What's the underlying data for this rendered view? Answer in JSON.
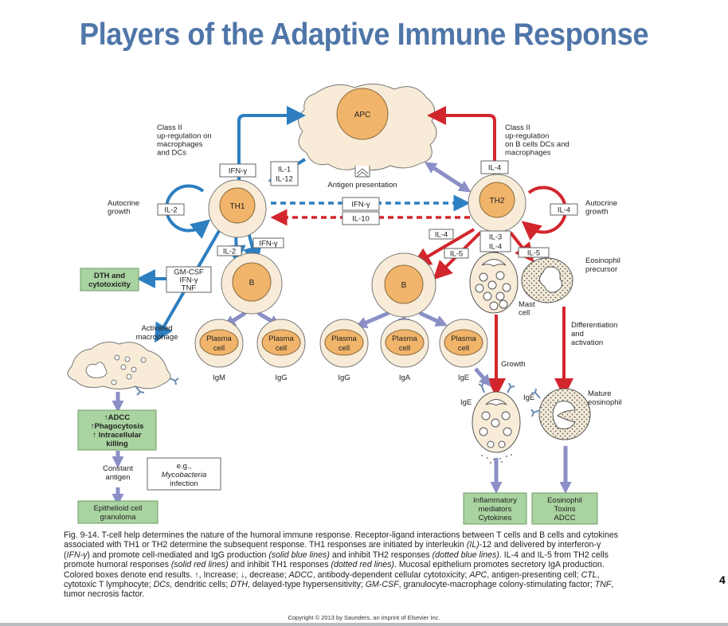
{
  "title": "Players of the Adaptive Immune Response",
  "colors": {
    "title": "#4f76a8",
    "th1_blue": "#2d7fc1",
    "th2_red": "#d2262d",
    "arrow_purple": "#8b8fc6",
    "cell_outer": "#f8ecd8",
    "cell_nucleus": "#f0b46a",
    "result_box": "#a9d3a0"
  },
  "cells": {
    "apc": "APC",
    "th1": "TH1",
    "th2": "TH2",
    "b_left": "B",
    "b_right": "B",
    "plasma_line1": "Plasma",
    "plasma_line2": "cell"
  },
  "antibodies": [
    "IgM",
    "IgG",
    "IgG",
    "IgA",
    "IgE"
  ],
  "cytokine_boxes": {
    "ifn_gamma_top": "IFN-γ",
    "il1": "IL-1",
    "il12": "IL-12",
    "il2_autocrine": "IL-2",
    "ifn_gamma_mid": "IFN-γ",
    "il10": "IL-10",
    "il4_top": "IL-4",
    "il4_autocrine": "IL-4",
    "il2_b": "IL-2",
    "ifn_gamma_b": "IFN-γ",
    "gmcsf_lines": [
      "GM-CSF",
      "IFN-γ",
      "TNF"
    ],
    "il4_b": "IL-4",
    "il5_b": "IL-5",
    "il3_il4_lines": [
      "IL-3",
      "IL-4"
    ],
    "il5_eos": "IL-5"
  },
  "labels": {
    "class2_left": [
      "Class II",
      "up-regulation on",
      "macrophages",
      "and DCs"
    ],
    "class2_right": [
      "Class II",
      "up-regulation",
      "on B cells DCs and",
      "macrophages"
    ],
    "autocrine_left": [
      "Autocrine",
      "growth"
    ],
    "autocrine_right": [
      "Autocrine",
      "growth"
    ],
    "antigen_presentation": "Antigen presentation",
    "activated_macrophage": [
      "Activated",
      "macrophage"
    ],
    "constant_antigen": [
      "Constant",
      "antigen"
    ],
    "mycobacteria": [
      "e.g.,",
      "Mycobacteria",
      "infection"
    ],
    "eosinophil_precursor": [
      "Eosinophil",
      "precursor"
    ],
    "mast_cell": [
      "Mast",
      "cell"
    ],
    "differentiation": [
      "Differentiation",
      "and",
      "activation"
    ],
    "growth": "Growth",
    "mature_eosinophil": [
      "Mature",
      "eosinophil"
    ],
    "ige_left": "IgE",
    "ige_right": "IgE"
  },
  "result_boxes": {
    "dth": [
      "DTH and",
      "cytotoxicity"
    ],
    "adcc": [
      "↑ADCC",
      "↑Phagocytosis",
      "↑ Intracellular",
      "killing"
    ],
    "granuloma": [
      "Epithelioid cell",
      "granuloma"
    ],
    "inflammatory": [
      "Inflammatory",
      "mediators",
      "Cytokines"
    ],
    "eosinophil": [
      "Eosinophil",
      "Toxins",
      "ADCC"
    ]
  },
  "caption": {
    "fig": "Fig. 9-14.",
    "parts": [
      {
        "t": "Fig. 9-14. T-cell help determines the nature of the humoral immune response. Receptor-ligand interactions between T cells and B cells and cytokines associated with TH1 or TH2 determine the subsequent response. TH1 responses are initiated by interleukin ",
        "i": false
      },
      {
        "t": "(IL)",
        "i": true
      },
      {
        "t": "-12 and delivered by interferon-γ (",
        "i": false
      },
      {
        "t": "IFN-γ",
        "i": true
      },
      {
        "t": ") and promote cell-mediated and IgG production ",
        "i": false
      },
      {
        "t": "(solid blue lines)",
        "i": true
      },
      {
        "t": " and inhibit TH2 responses ",
        "i": false
      },
      {
        "t": "(dotted blue lines)",
        "i": true
      },
      {
        "t": ". IL-4 and IL-5 from TH2 cells promote humoral responses ",
        "i": false
      },
      {
        "t": "(solid red lines)",
        "i": true
      },
      {
        "t": " and inhibit TH1 responses ",
        "i": false
      },
      {
        "t": "(dotted red lines)",
        "i": true
      },
      {
        "t": ". Mucosal epithelium promotes secretory IgA production. Colored boxes denote end results. ↑, Increase; ↓, decrease; ",
        "i": false
      },
      {
        "t": "ADCC",
        "i": true
      },
      {
        "t": ", antibody-dependent cellular cytotoxicity; ",
        "i": false
      },
      {
        "t": "APC",
        "i": true
      },
      {
        "t": ", antigen-presenting cell; ",
        "i": false
      },
      {
        "t": "CTL",
        "i": true
      },
      {
        "t": ", cytotoxic T lymphocyte; ",
        "i": false
      },
      {
        "t": "DCs",
        "i": true
      },
      {
        "t": ", dendritic cells; ",
        "i": false
      },
      {
        "t": "DTH",
        "i": true
      },
      {
        "t": ", delayed-type hypersensitivity; ",
        "i": false
      },
      {
        "t": "GM-CSF",
        "i": true
      },
      {
        "t": ", granulocyte-macrophage colony-stimulating factor; ",
        "i": false
      },
      {
        "t": "TNF",
        "i": true
      },
      {
        "t": ", tumor necrosis factor.",
        "i": false
      }
    ]
  },
  "copyright": "Copyright © 2013 by Saunders, an imprint of Elsevier Inc.",
  "page_number": "4"
}
